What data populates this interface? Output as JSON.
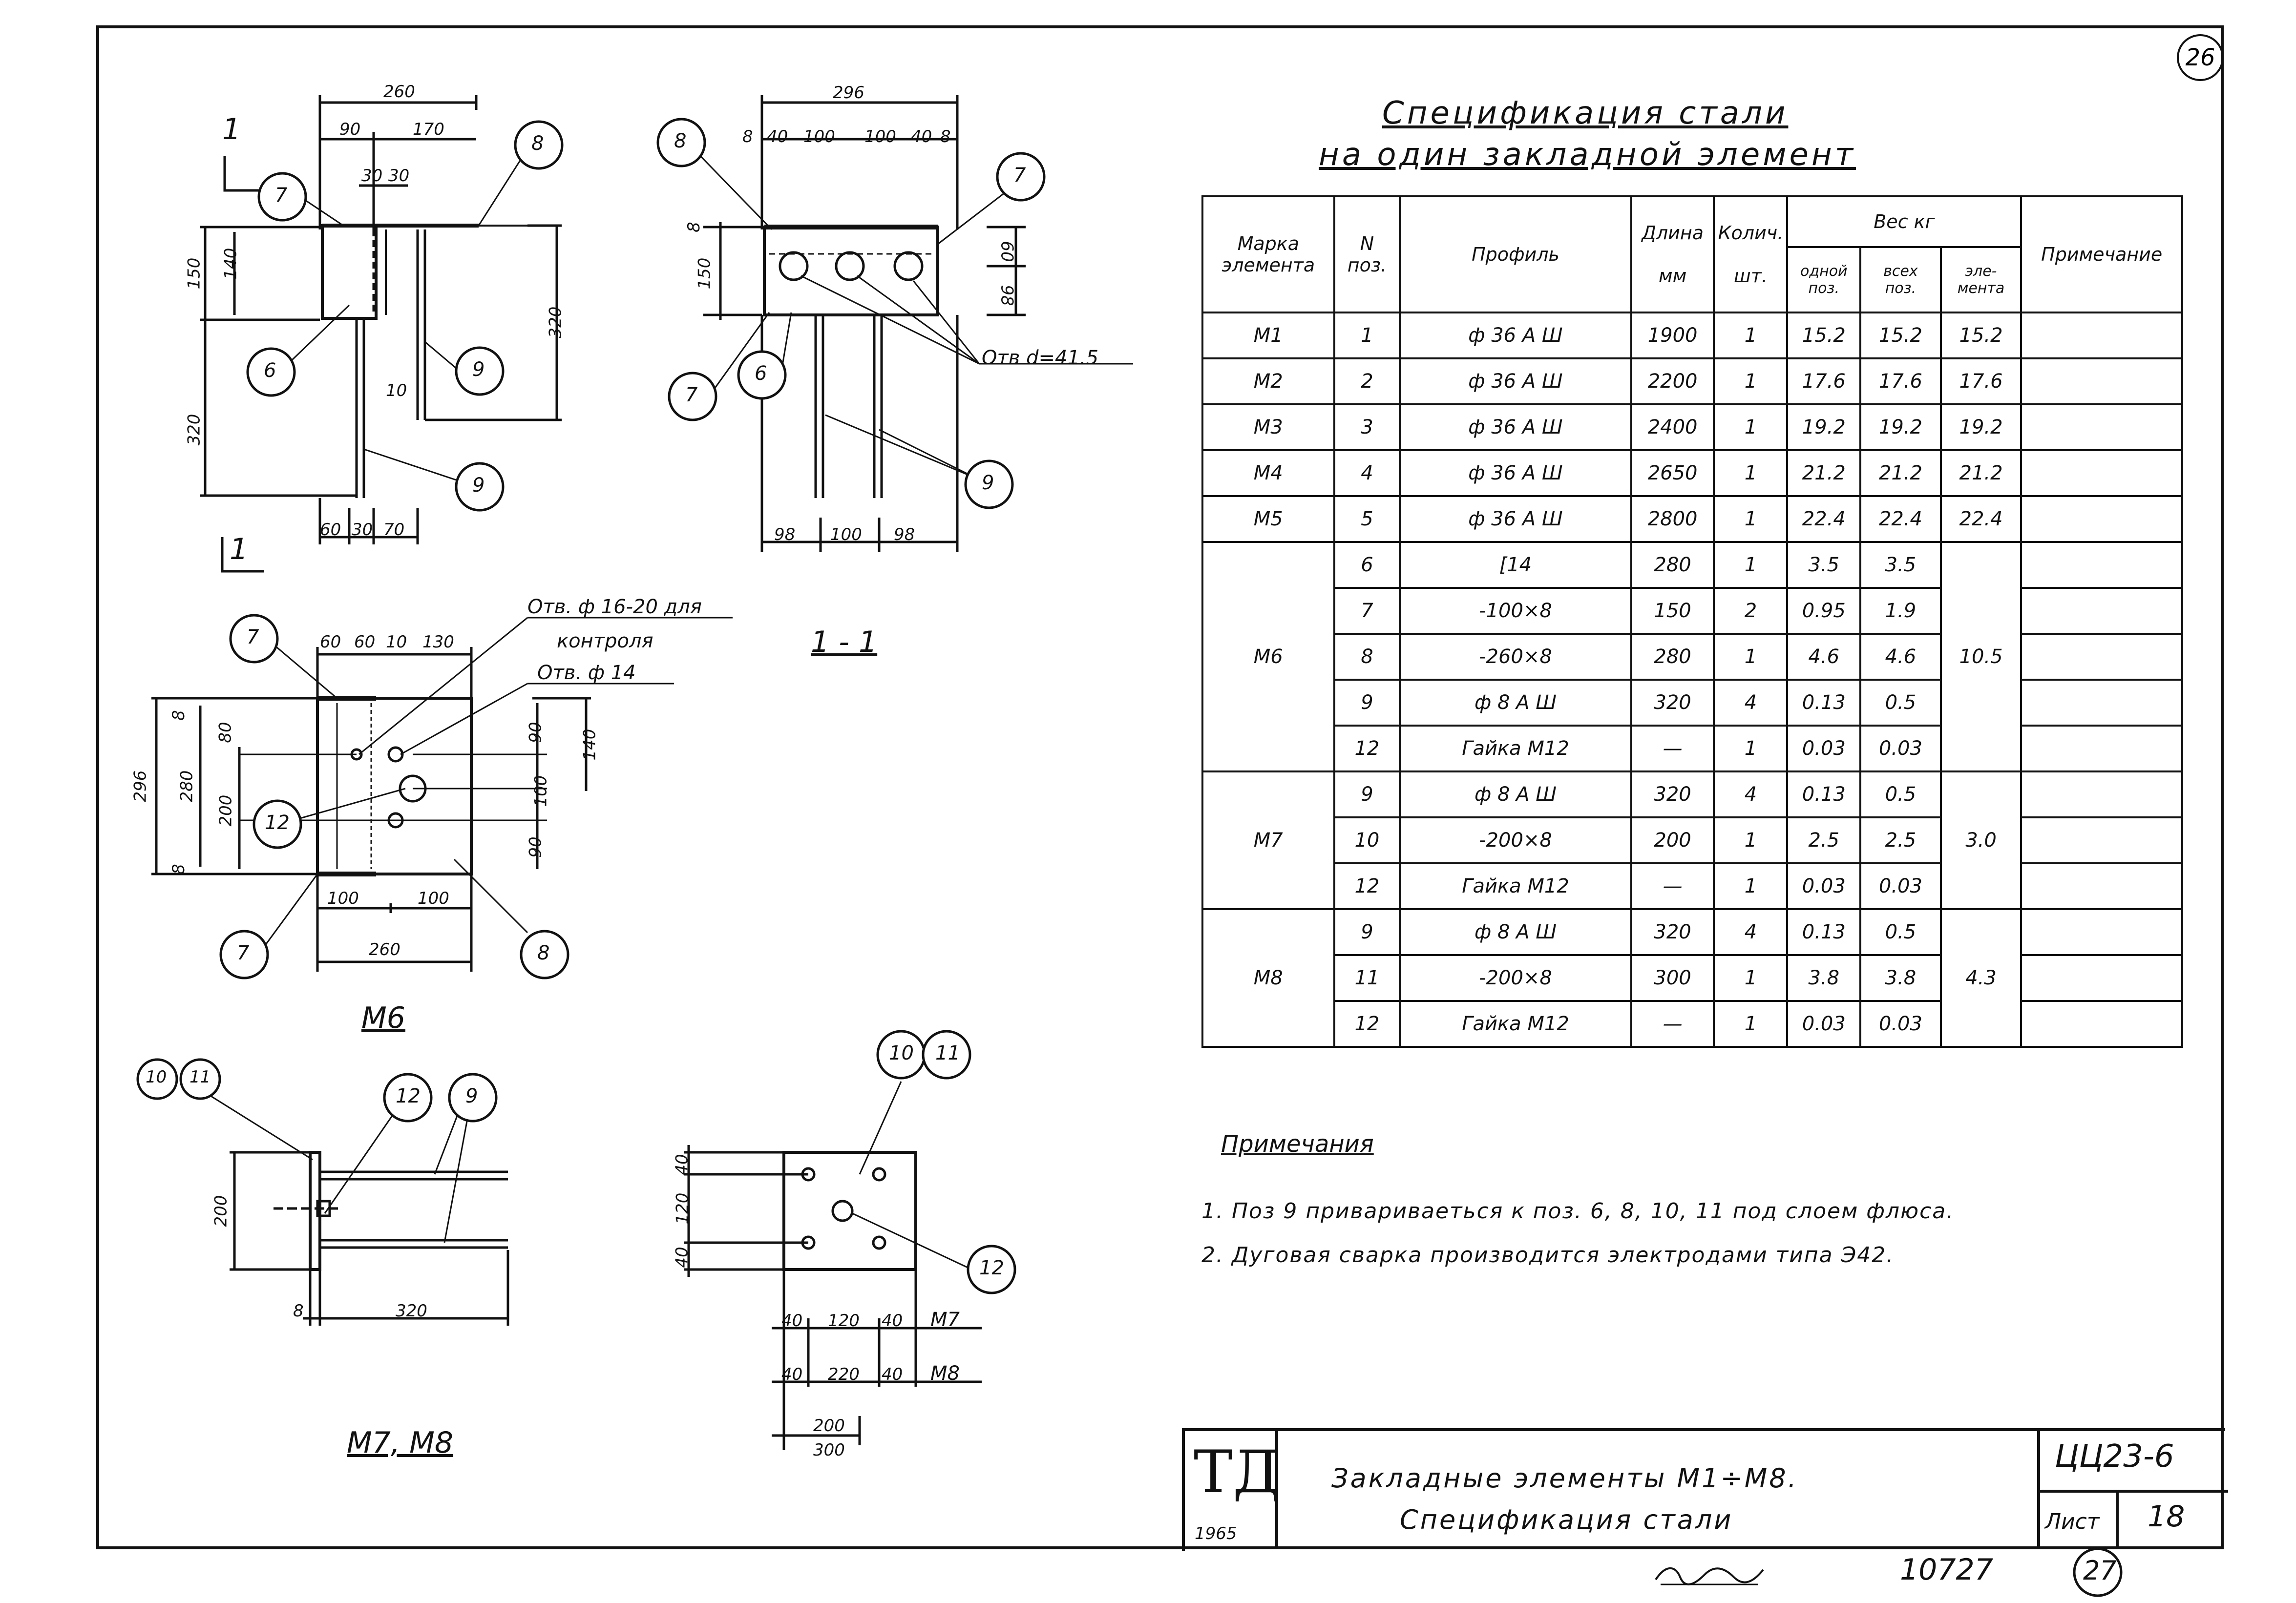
{
  "sheet_number_top": "26",
  "spec": {
    "title_line1": "Спецификация стали",
    "title_line2": "на один закладной элемент",
    "headers": {
      "mark_l1": "Марка",
      "mark_l2": "элемента",
      "pos_l1": "N",
      "pos_l2": "поз.",
      "profile": "Профиль",
      "length_l1": "Длина",
      "length_l2": "мм",
      "qty_l1": "Колич.",
      "qty_l2": "шт.",
      "weight": "Вес кг",
      "w_one_l1": "одной",
      "w_one_l2": "поз.",
      "w_all_l1": "всех",
      "w_all_l2": "поз.",
      "w_el_l1": "эле-",
      "w_el_l2": "мента",
      "note": "Примечание"
    },
    "rows": [
      {
        "mark": "М1",
        "pos": "1",
        "profile": "ф 36 А Ш",
        "length": "1900",
        "qty": "1",
        "one": "15.2",
        "all": "15.2",
        "el": "15.2"
      },
      {
        "mark": "М2",
        "pos": "2",
        "profile": "ф 36 А Ш",
        "length": "2200",
        "qty": "1",
        "one": "17.6",
        "all": "17.6",
        "el": "17.6"
      },
      {
        "mark": "М3",
        "pos": "3",
        "profile": "ф 36 А Ш",
        "length": "2400",
        "qty": "1",
        "one": "19.2",
        "all": "19.2",
        "el": "19.2"
      },
      {
        "mark": "М4",
        "pos": "4",
        "profile": "ф 36 А Ш",
        "length": "2650",
        "qty": "1",
        "one": "21.2",
        "all": "21.2",
        "el": "21.2"
      },
      {
        "mark": "М5",
        "pos": "5",
        "profile": "ф 36 А Ш",
        "length": "2800",
        "qty": "1",
        "one": "22.4",
        "all": "22.4",
        "el": "22.4"
      }
    ],
    "groups": [
      {
        "mark": "М6",
        "el": "10.5",
        "rows": [
          {
            "pos": "6",
            "profile": "[14",
            "length": "280",
            "qty": "1",
            "one": "3.5",
            "all": "3.5"
          },
          {
            "pos": "7",
            "profile": "-100×8",
            "length": "150",
            "qty": "2",
            "one": "0.95",
            "all": "1.9"
          },
          {
            "pos": "8",
            "profile": "-260×8",
            "length": "280",
            "qty": "1",
            "one": "4.6",
            "all": "4.6"
          },
          {
            "pos": "9",
            "profile": "ф 8 А Ш",
            "length": "320",
            "qty": "4",
            "one": "0.13",
            "all": "0.5"
          },
          {
            "pos": "12",
            "profile": "Гайка М12",
            "length": "—",
            "qty": "1",
            "one": "0.03",
            "all": "0.03"
          }
        ]
      },
      {
        "mark": "М7",
        "el": "3.0",
        "rows": [
          {
            "pos": "9",
            "profile": "ф 8 А Ш",
            "length": "320",
            "qty": "4",
            "one": "0.13",
            "all": "0.5"
          },
          {
            "pos": "10",
            "profile": "-200×8",
            "length": "200",
            "qty": "1",
            "one": "2.5",
            "all": "2.5"
          },
          {
            "pos": "12",
            "profile": "Гайка М12",
            "length": "—",
            "qty": "1",
            "one": "0.03",
            "all": "0.03"
          }
        ]
      },
      {
        "mark": "М8",
        "el": "4.3",
        "rows": [
          {
            "pos": "9",
            "profile": "ф 8 А Ш",
            "length": "320",
            "qty": "4",
            "one": "0.13",
            "all": "0.5"
          },
          {
            "pos": "11",
            "profile": "-200×8",
            "length": "300",
            "qty": "1",
            "one": "3.8",
            "all": "3.8"
          },
          {
            "pos": "12",
            "profile": "Гайка М12",
            "length": "—",
            "qty": "1",
            "one": "0.03",
            "all": "0.03"
          }
        ]
      }
    ]
  },
  "notes": {
    "title": "Примечания",
    "items": [
      "1. Поз 9 привариваеться к поз. 6, 8, 10, 11 под слоем флюса.",
      "2. Дуговая сварка производится электродами типа Э42."
    ]
  },
  "title_block": {
    "logo": "ТД",
    "year": "1965",
    "line1": "Закладные элементы М1÷М8.",
    "line2": "Спецификация стали",
    "code": "ЦЦ23-6",
    "sheet_label": "Лист",
    "sheet_number": "18",
    "stamp_number": "10727",
    "stamp_circle": "27"
  },
  "drawing": {
    "caption_section": "1 - 1",
    "caption_m6": "М6",
    "caption_m7m8": "М7, М8",
    "hole_label_1": "Отв. ф 16-20 для",
    "hole_label_2": "контроля",
    "hole_label_3": "Отв. ф 14",
    "hole_label_4": "Отв d=41.5",
    "m7_label": "М7",
    "m8_label": "М8",
    "section_mark": "1",
    "dims": {
      "d260": "260",
      "d90": "90",
      "d170": "170",
      "d30a": "30",
      "d30b": "30",
      "d150": "150",
      "d140": "140",
      "d320a": "320",
      "d320b": "320",
      "d10": "10",
      "d60": "60",
      "d30c": "30",
      "d70": "70",
      "d296": "296",
      "d8a": "8",
      "d40a": "40",
      "d100a": "100",
      "d100b": "100",
      "d40b": "40",
      "d8b": "8",
      "d8c": "8",
      "d150b": "150",
      "d60b": "60",
      "d98a": "98",
      "d98b": "98",
      "d100c": "100",
      "d98c": "98",
      "m6_60a": "60",
      "m6_60b": "60",
      "m6_10": "10",
      "m6_130": "130",
      "m6_296": "296",
      "m6_280": "280",
      "m6_8a": "8",
      "m6_80": "80",
      "m6_200": "200",
      "m6_8b": "8",
      "m6_90a": "90",
      "m6_140": "140",
      "m6_100": "100",
      "m6_90b": "90",
      "m6_100b": "100",
      "m6_100c": "100",
      "m6_260": "260",
      "m7_200": "200",
      "m7_8": "8",
      "m7_320": "320",
      "pl_40a": "40",
      "pl_120": "120",
      "pl_40b": "40",
      "pl_40c": "40",
      "pl_120b": "120",
      "pl_40d": "40",
      "pl_40e": "40",
      "pl_220": "220",
      "pl_40f": "40",
      "pl_200": "200",
      "pl_300": "300"
    },
    "balloons": {
      "b7": "7",
      "b8": "8",
      "b6": "6",
      "b9": "9",
      "b12": "12",
      "b10": "10",
      "b11": "11"
    }
  }
}
